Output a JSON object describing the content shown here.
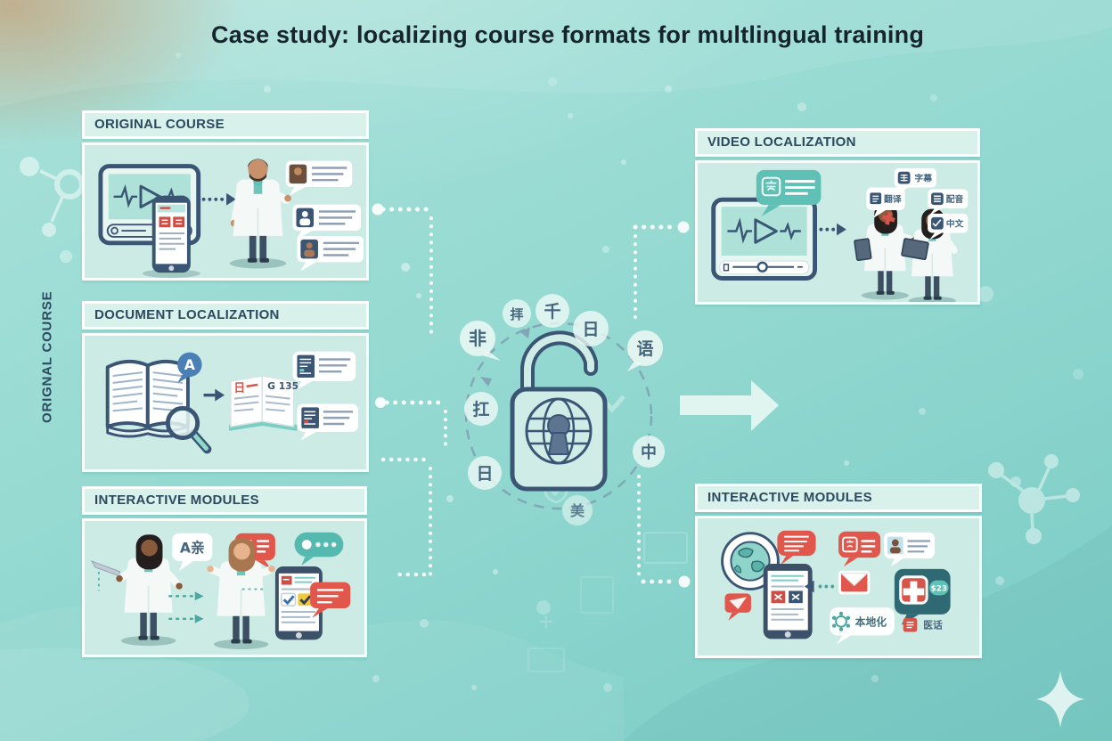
{
  "title": "Case study: localizing course formats for multlingual training",
  "side_label": "ORIGNAL COURSE",
  "panels": {
    "original_course": {
      "label": "ORIGINAL COURSE"
    },
    "document_localization": {
      "label": "DOCUMENT LOCALIZATION"
    },
    "interactive_modules_left": {
      "label": "INTERACTIVE MODULES"
    },
    "video_localization": {
      "label": "VIDEO LOCALIZATION"
    },
    "interactive_modules_right": {
      "label": "INTERACTIVE MODULES"
    }
  },
  "center_lock": {
    "icon": "unlocked-globe-padlock-icon",
    "chars": {
      "c1": "非",
      "c2": "拝",
      "c3": "千",
      "c4": "日",
      "c5": "语",
      "c6": "扛",
      "c7": "日",
      "c8": "美",
      "c9": "中"
    }
  },
  "document_panel": {
    "translate_badge": "A",
    "translated_char": "日",
    "translated_code": "G 135"
  },
  "interactive_left_panel": {
    "language_bubble": "A亲"
  },
  "video_panel": {
    "speech_left": "翻译",
    "speech_1": "字幕",
    "speech_2": "配音",
    "speech_3": "中文"
  },
  "interactive_right_panel": {
    "flower_bubble": "本地化",
    "price_bubble": "$23",
    "badge_text": "医话"
  },
  "colors": {
    "background_teal": "#9adcd4",
    "panel_mint": "#cdebe5",
    "header_mint": "#d9f1eb",
    "navy": "#3a5674",
    "coral_red": "#e2574c",
    "teal_accent": "#5cbcb2",
    "yellow": "#f0c93c",
    "blue": "#4a80b5"
  }
}
